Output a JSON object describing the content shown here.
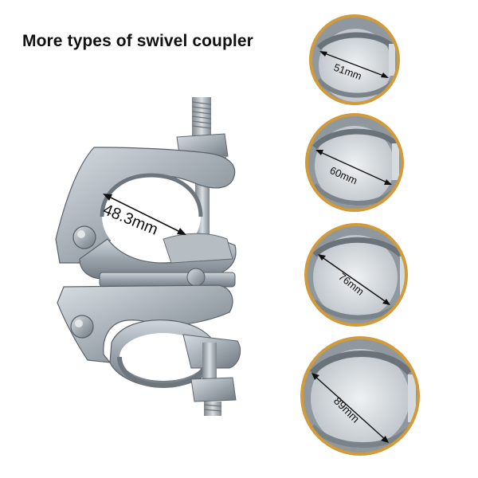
{
  "title": "More types of swivel coupler",
  "main_coupler": {
    "dimension": "48.3mm"
  },
  "sizes": [
    {
      "dimension": "51mm"
    },
    {
      "dimension": "60mm"
    },
    {
      "dimension": "76mm"
    },
    {
      "dimension": "89mm"
    }
  ],
  "colors": {
    "ring_border": "#d19a3a",
    "steel": "#a9b1b8",
    "steel_dark": "#6f7880",
    "background": "#ffffff"
  }
}
